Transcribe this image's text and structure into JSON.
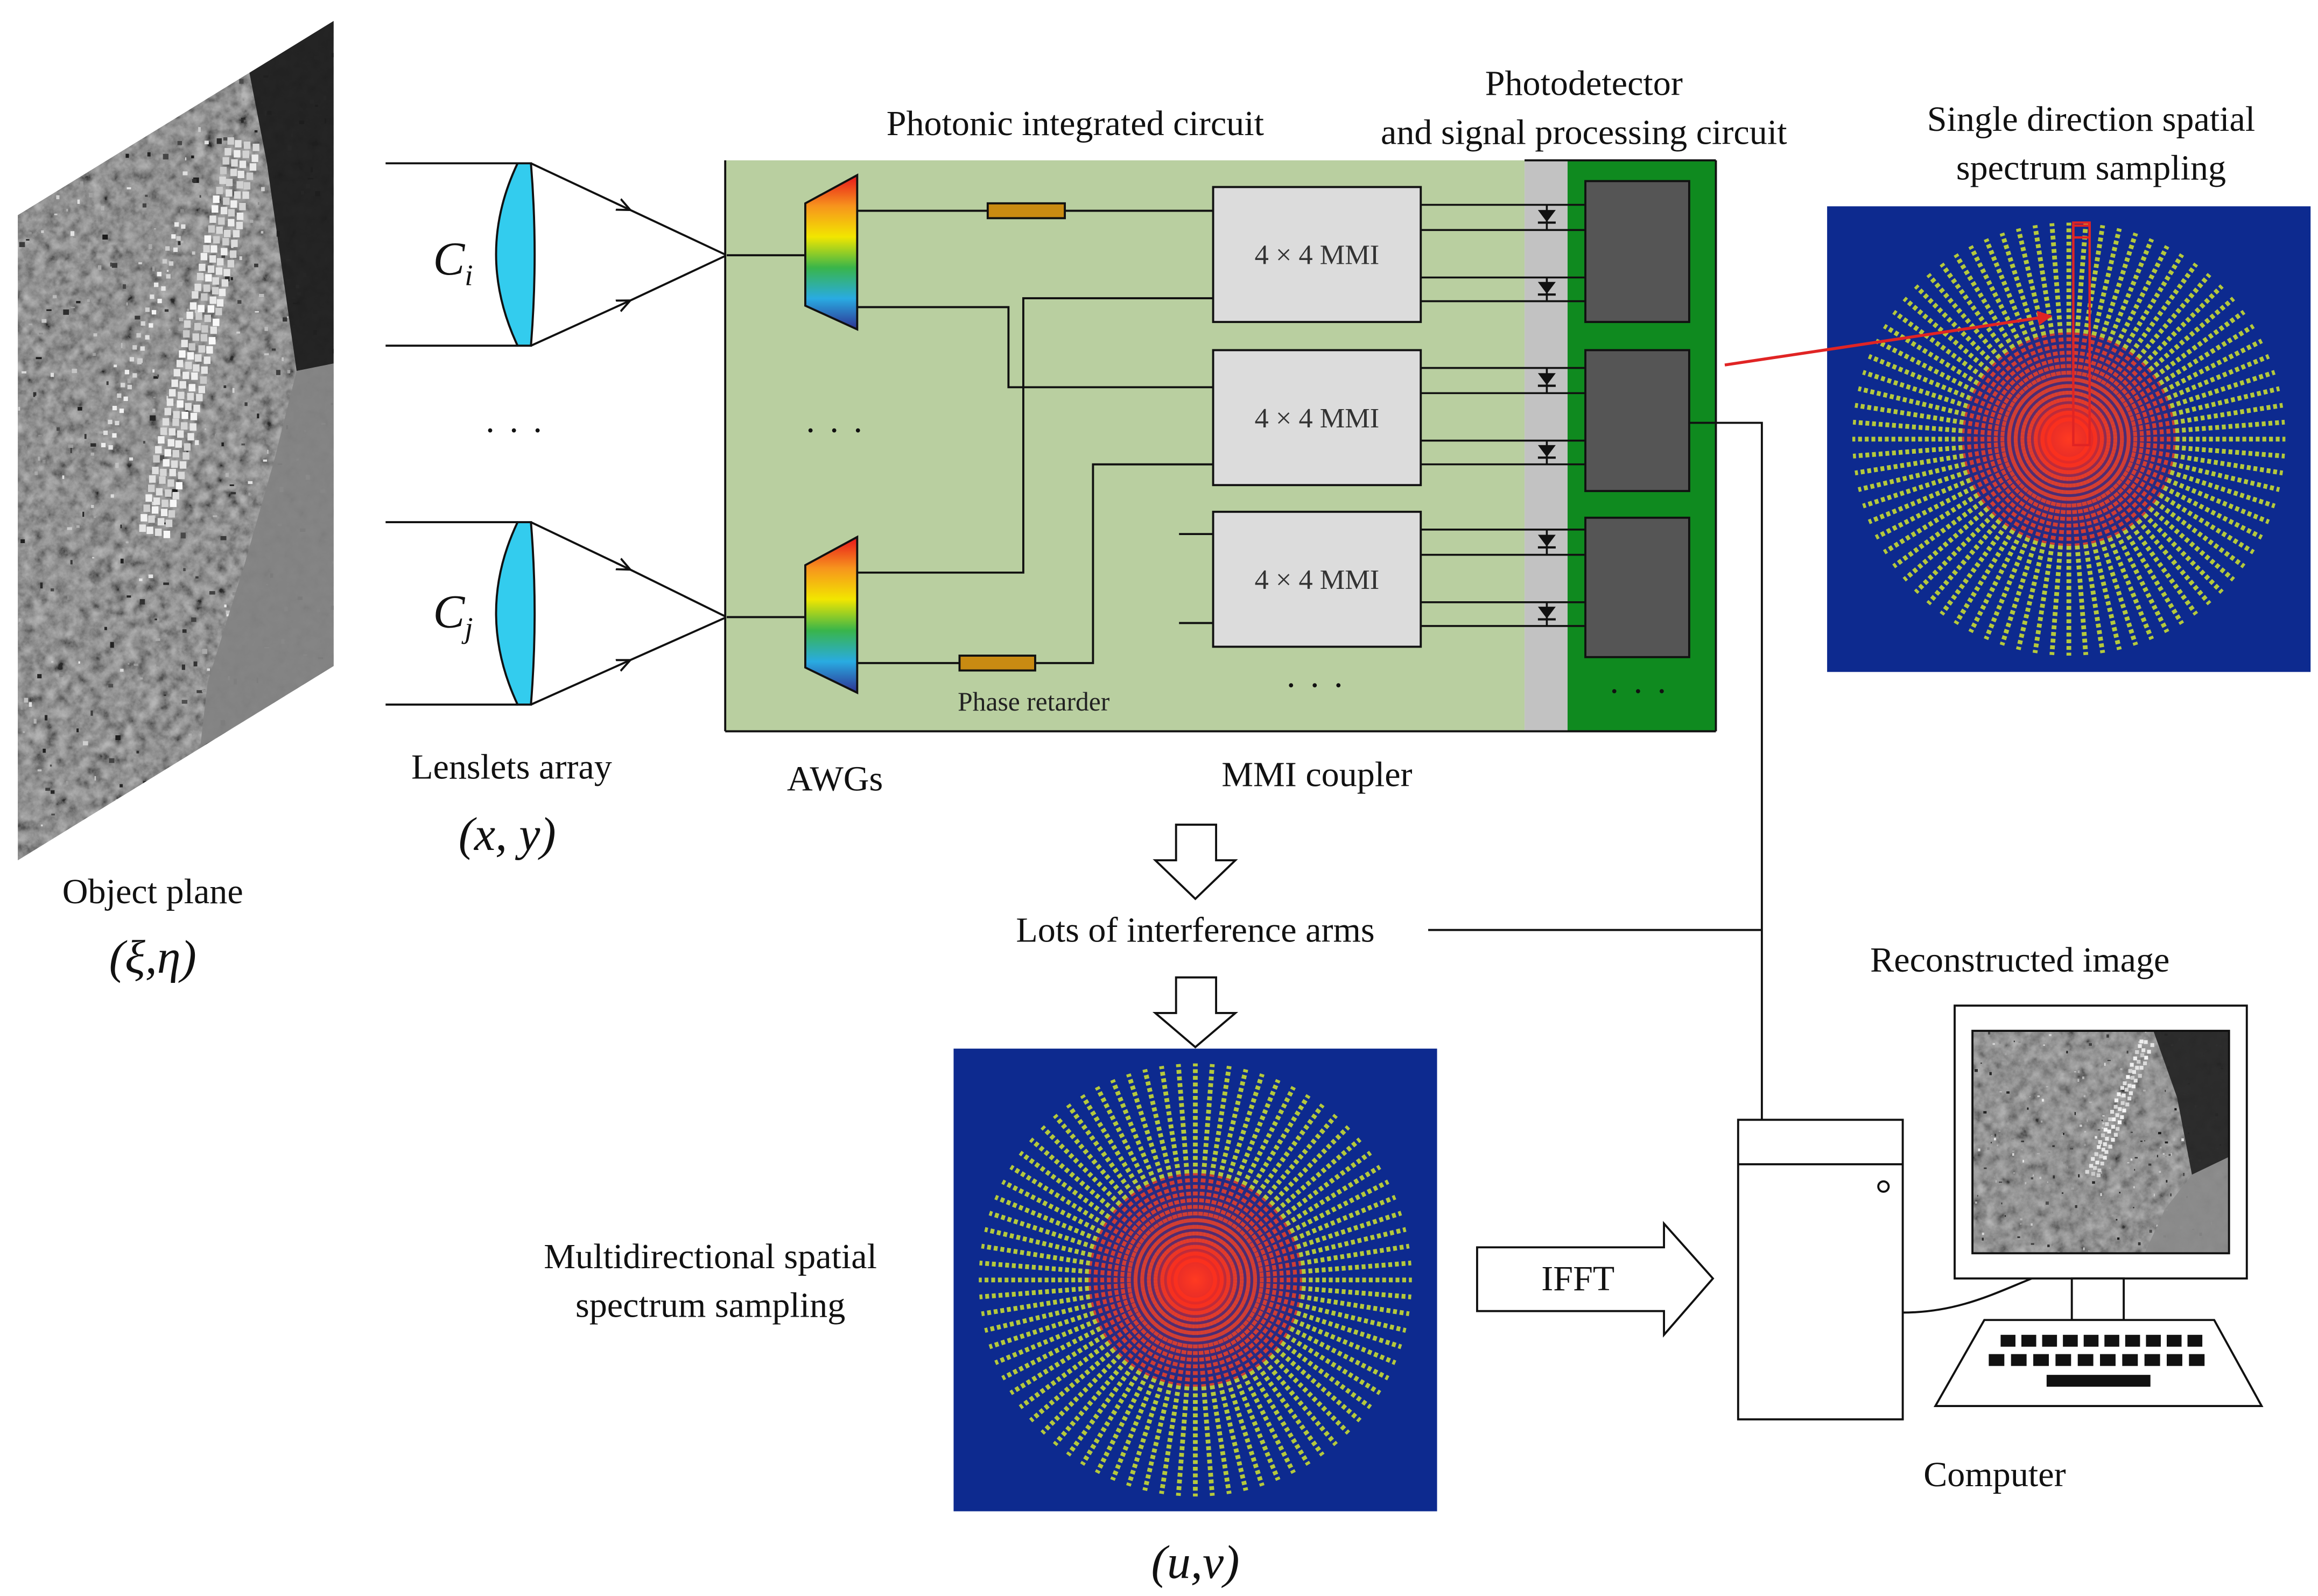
{
  "object_plane": {
    "label": "Object plane",
    "coords": "(ξ,η)"
  },
  "lenslets": {
    "label": "Lenslets array",
    "coords": "(x, y)",
    "lens_top": {
      "symbol": "C",
      "subscript": "i"
    },
    "lens_bottom": {
      "symbol": "C",
      "subscript": "j"
    },
    "ellipsis": "· · ·"
  },
  "photonic_circuit": {
    "title": "Photonic integrated circuit",
    "awg_label": "AWGs",
    "mmi_label": "MMI coupler",
    "phase_retarder_label": "Phase retarder",
    "mmi_blocks": [
      "4 × 4 MMI",
      "4 × 4 MMI",
      "4 × 4 MMI"
    ],
    "awg_ellipsis": "· · ·",
    "mmi_ellipsis": "· · ·"
  },
  "detector": {
    "title_line1": "Photodetector",
    "title_line2": "and signal processing circuit",
    "ellipsis": "· · ·"
  },
  "single_direction_sampling": {
    "line1": "Single direction spatial",
    "line2": "spectrum sampling"
  },
  "interference_arms": "Lots of interference arms",
  "multidirectional_sampling": {
    "line1": "Multidirectional spatial",
    "line2": "spectrum sampling",
    "coords": "(u,v)"
  },
  "ifft_label": "IFFT",
  "computer": {
    "label": "Computer",
    "reconstructed_image_label": "Reconstructed image"
  },
  "colors": {
    "pic_background": "#b9cfa0",
    "detector_strip": "#c2c2c2",
    "circuit_board": "#0f8a1f",
    "processor_block": "#555555",
    "mmi_block": "#dcdcdc",
    "phase_retarder": "#c98b12",
    "lens": "#33ccee",
    "spectrum_background": "#0d2a8f",
    "spoke_outer": "#b5c93c",
    "spoke_inner": "#e0402c",
    "highlight_red": "#e02424"
  }
}
